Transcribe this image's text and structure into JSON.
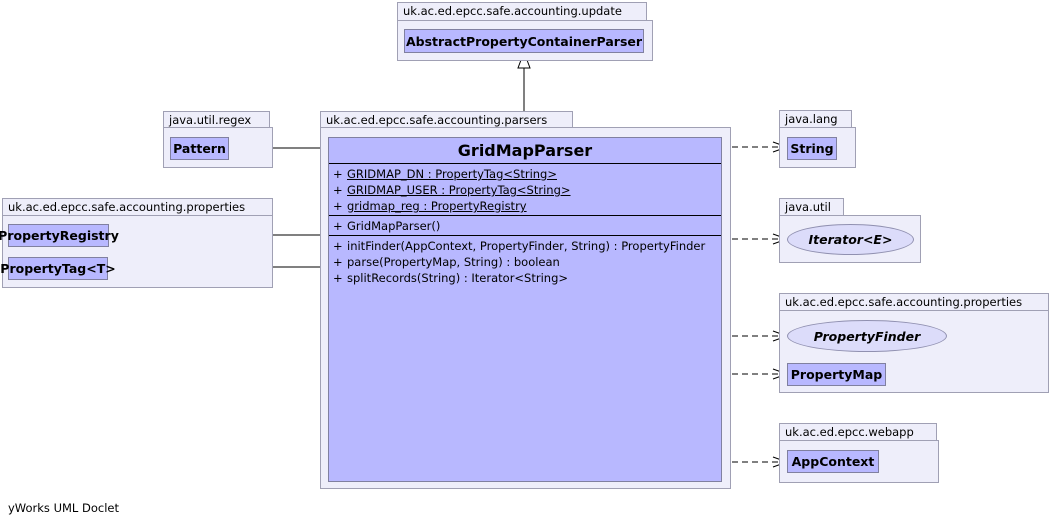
{
  "packages": {
    "update": {
      "name": "uk.ac.ed.epcc.safe.accounting.update",
      "classes": [
        "AbstractPropertyContainerParser"
      ]
    },
    "regex": {
      "name": "java.util.regex",
      "classes": [
        "Pattern"
      ]
    },
    "parsers": {
      "name": "uk.ac.ed.epcc.safe.accounting.parsers"
    },
    "properties_left": {
      "name": "uk.ac.ed.epcc.safe.accounting.properties",
      "classes": [
        "PropertyRegistry",
        "PropertyTag<T>"
      ]
    },
    "lang": {
      "name": "java.lang",
      "classes": [
        "String"
      ]
    },
    "util": {
      "name": "java.util",
      "interfaces": [
        "Iterator<E>"
      ]
    },
    "properties_right": {
      "name": "uk.ac.ed.epcc.safe.accounting.properties",
      "interfaces": [
        "PropertyFinder"
      ],
      "classes": [
        "PropertyMap"
      ]
    },
    "webapp": {
      "name": "uk.ac.ed.epcc.webapp",
      "classes": [
        "AppContext"
      ]
    }
  },
  "main_class": {
    "name": "GridMapParser",
    "attributes": [
      {
        "vis": "+",
        "text": "GRIDMAP_DN : PropertyTag<String>"
      },
      {
        "vis": "+",
        "text": "GRIDMAP_USER : PropertyTag<String>"
      },
      {
        "vis": "+",
        "text": "gridmap_reg : PropertyRegistry"
      }
    ],
    "constructors": [
      {
        "vis": "+",
        "text": "GridMapParser()"
      }
    ],
    "methods": [
      {
        "vis": "+",
        "text": "initFinder(AppContext, PropertyFinder, String) : PropertyFinder"
      },
      {
        "vis": "+",
        "text": "parse(PropertyMap, String) : boolean"
      },
      {
        "vis": "+",
        "text": "splitRecords(String) : Iterator<String>"
      }
    ]
  },
  "footer": "yWorks UML Doclet"
}
